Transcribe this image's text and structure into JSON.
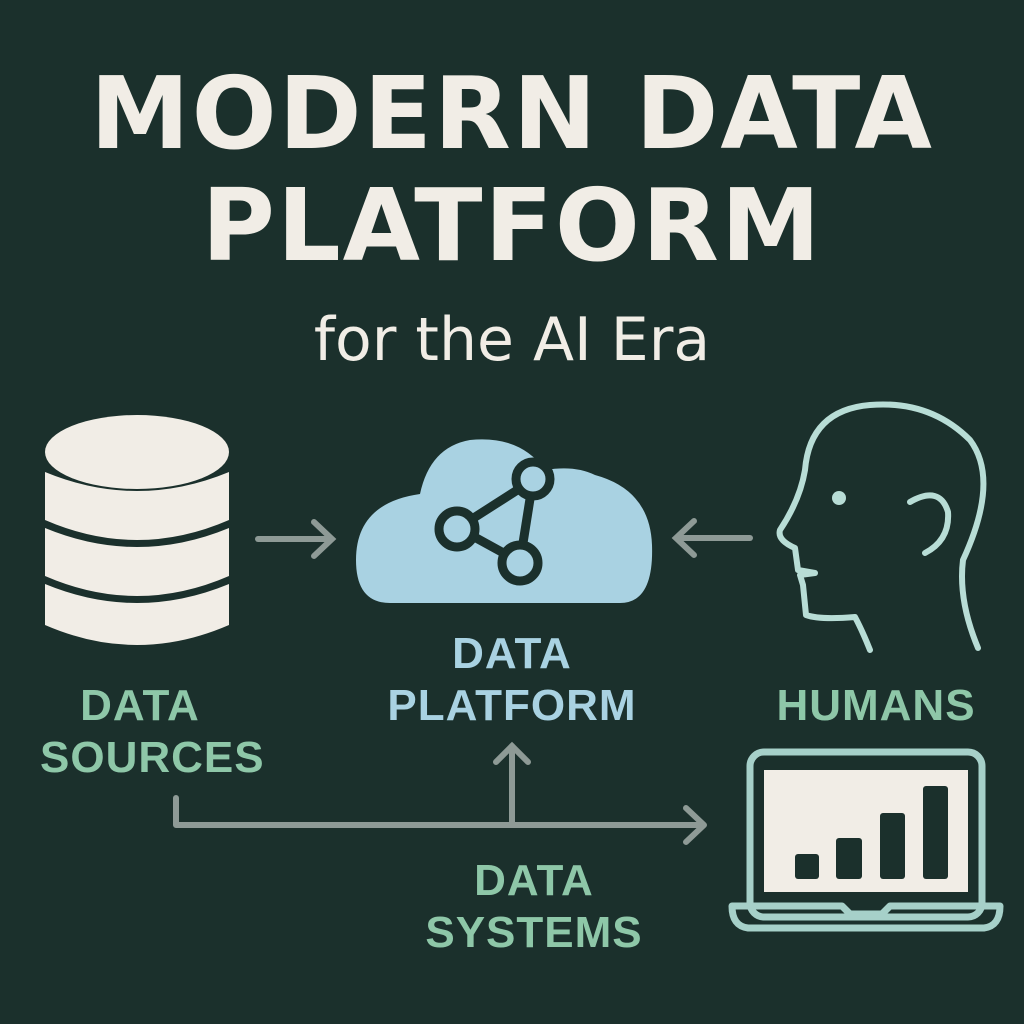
{
  "title": {
    "line1": "MODERN DATA",
    "line2": "PLATFORM",
    "subtitle": "for the AI Era"
  },
  "nodes": {
    "data_sources": {
      "line1": "DATA",
      "line2": "SOURCES",
      "icon": "database-icon"
    },
    "data_platform": {
      "line1": "DATA",
      "line2": "PLATFORM",
      "icon": "cloud-network-icon"
    },
    "humans": {
      "line1": "HUMANS",
      "icon": "human-head-icon"
    },
    "data_systems": {
      "line1": "DATA",
      "line2": "SYSTEMS",
      "icon": "laptop-bar-chart-icon"
    }
  },
  "colors": {
    "background": "#1b302c",
    "title": "#f1ede6",
    "green_label": "#8ec7a8",
    "blue_label": "#a9d2e2",
    "cloud": "#a9d2e2",
    "arrow": "#8e9a96",
    "outline": "#b8ddd6"
  }
}
